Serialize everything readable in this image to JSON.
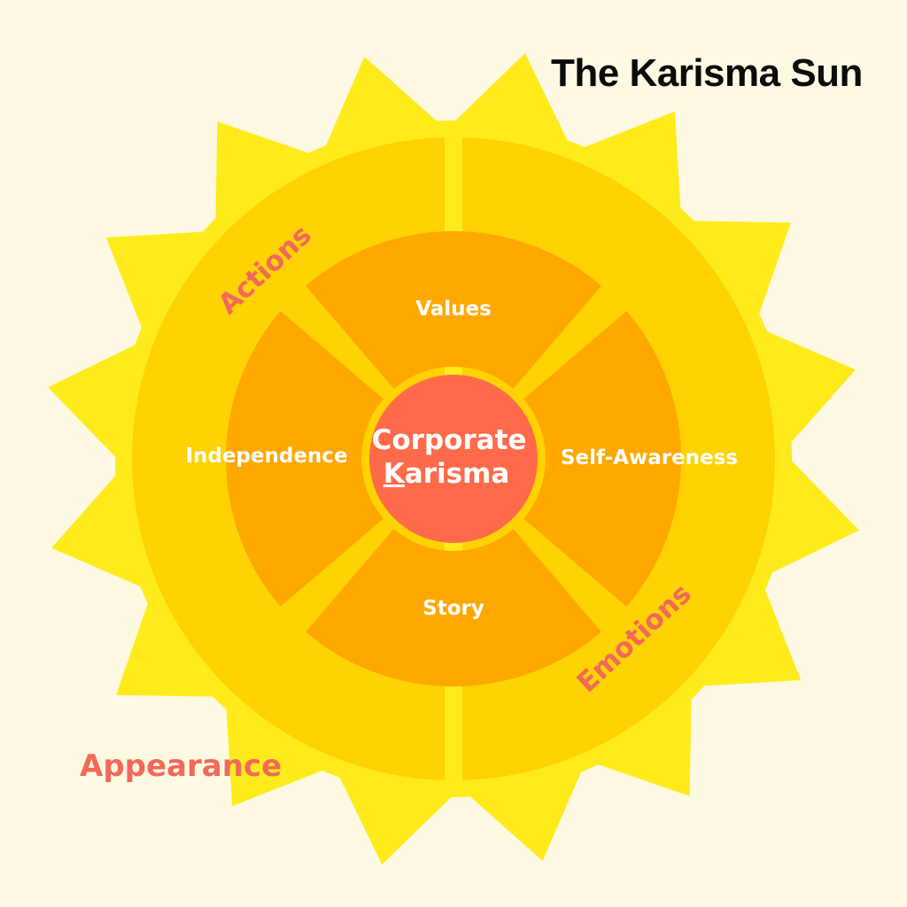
{
  "title": "The Karisma Sun",
  "center": {
    "line1": "Corporate",
    "line2_first": "K",
    "line2_rest": "arisma"
  },
  "segments": {
    "top": "Values",
    "right": "Self-Awareness",
    "bottom": "Story",
    "left": "Independence"
  },
  "ring": {
    "left_half": "Actions",
    "right_half": "Emotions",
    "outside": "Appearance"
  },
  "colors": {
    "background": "#FEF9E3",
    "sun_rays": "#FFEB1C",
    "outer_ring": "#FFD201",
    "segments": "#FFA800",
    "center": "#FF6A4A",
    "ring_label": "#F2695A",
    "title": "#0B0B0B"
  }
}
